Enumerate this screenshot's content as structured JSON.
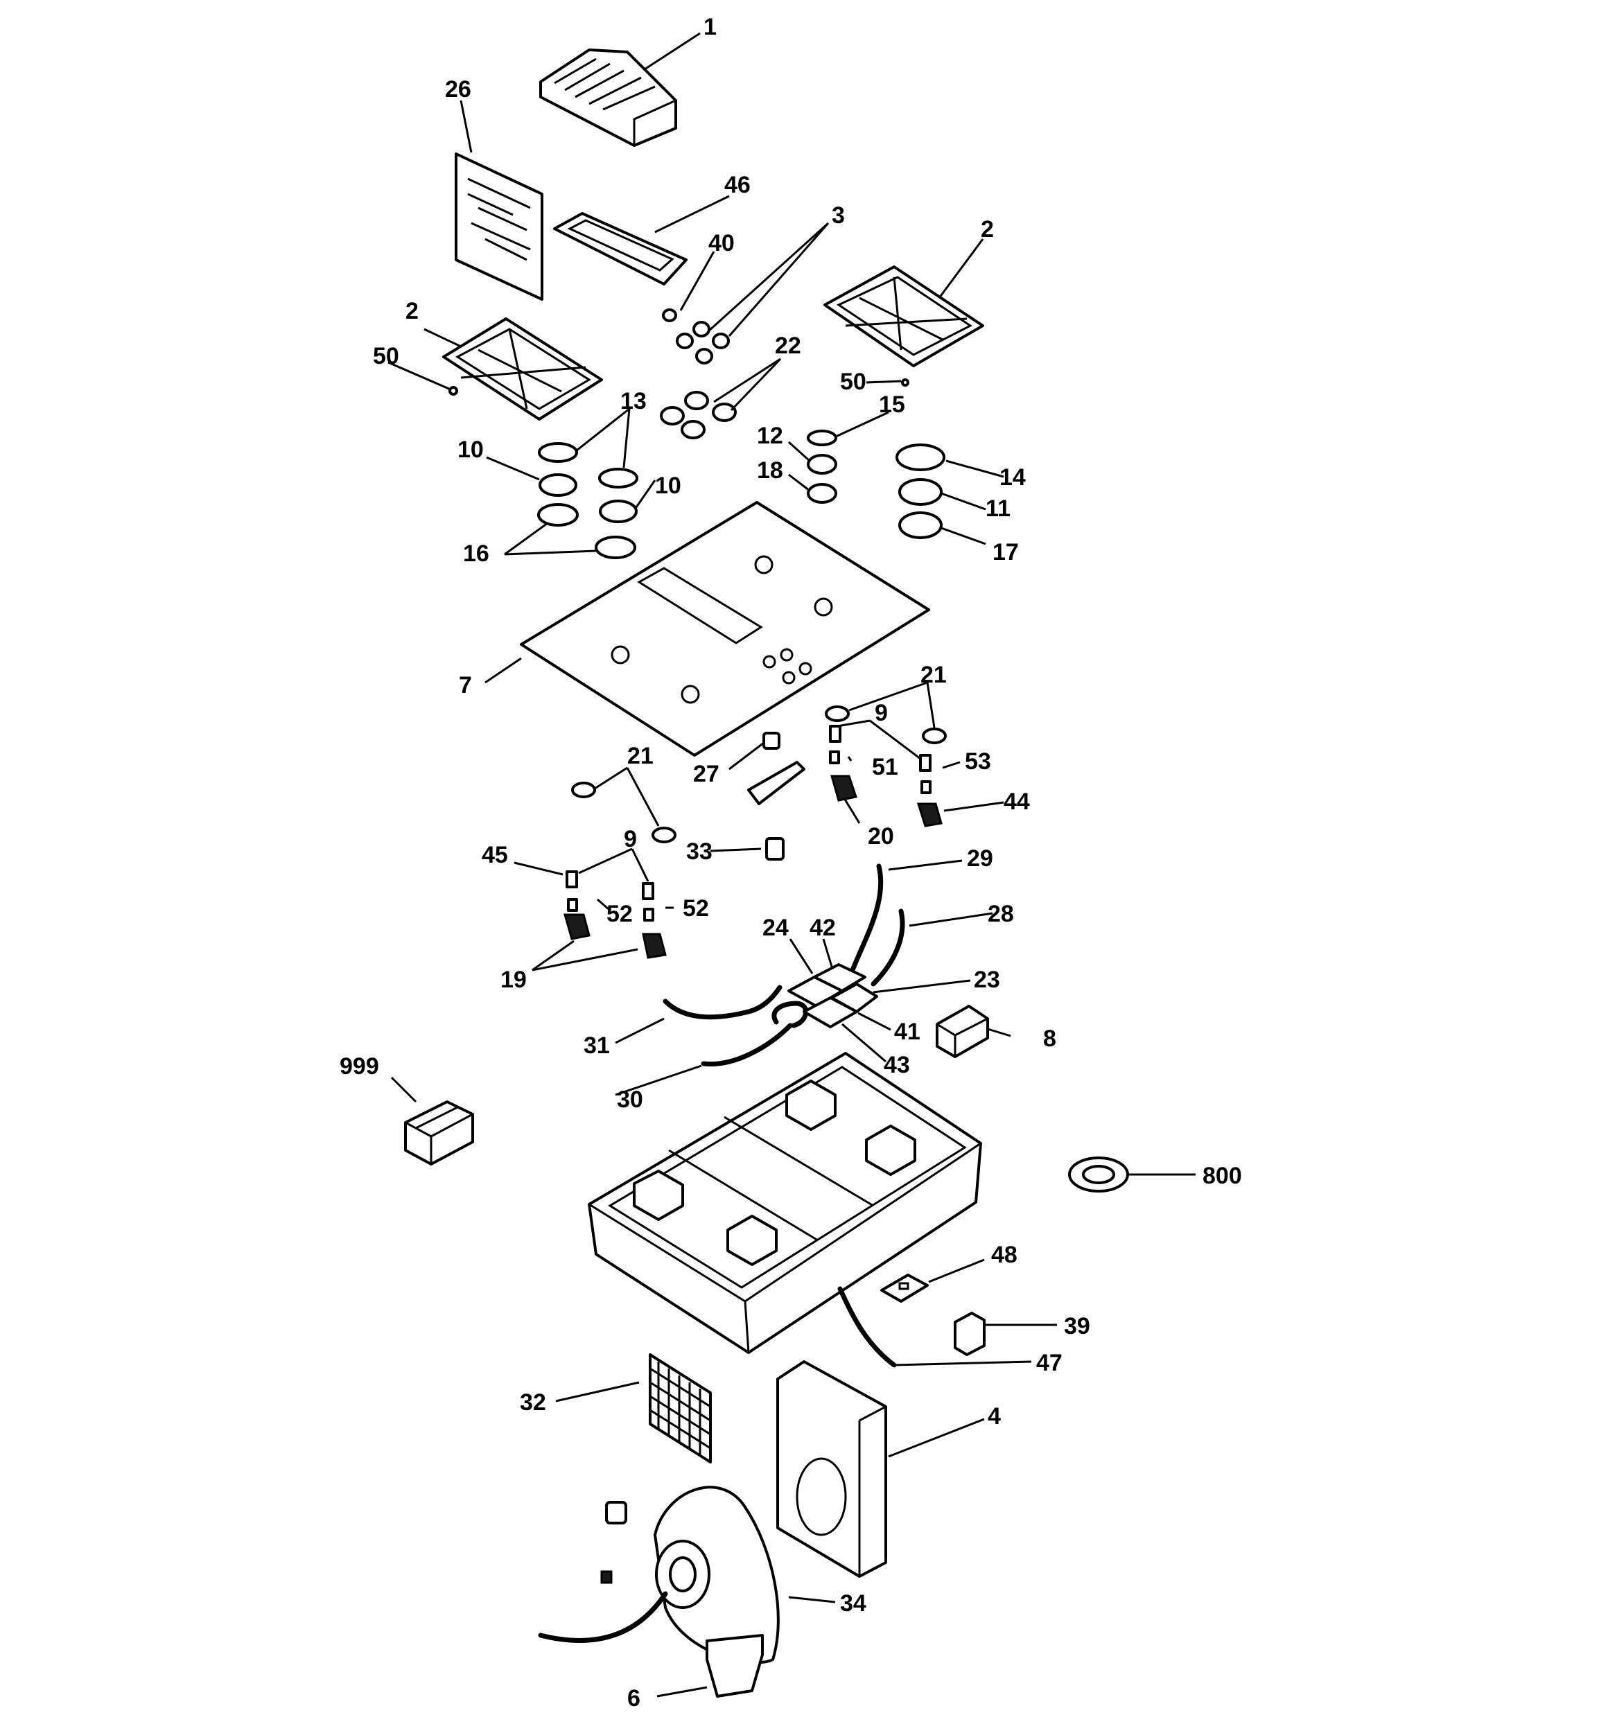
{
  "callouts": [
    {
      "id": "c-1",
      "label": "1"
    },
    {
      "id": "c-26",
      "label": "26"
    },
    {
      "id": "c-46",
      "label": "46"
    },
    {
      "id": "c-3",
      "label": "3"
    },
    {
      "id": "c-40",
      "label": "40"
    },
    {
      "id": "c-2-right",
      "label": "2"
    },
    {
      "id": "c-2-left",
      "label": "2"
    },
    {
      "id": "c-50-left",
      "label": "50"
    },
    {
      "id": "c-22",
      "label": "22"
    },
    {
      "id": "c-50-right",
      "label": "50"
    },
    {
      "id": "c-13",
      "label": "13"
    },
    {
      "id": "c-15",
      "label": "15"
    },
    {
      "id": "c-12",
      "label": "12"
    },
    {
      "id": "c-10-a",
      "label": "10"
    },
    {
      "id": "c-10-b",
      "label": "10"
    },
    {
      "id": "c-14",
      "label": "14"
    },
    {
      "id": "c-18",
      "label": "18"
    },
    {
      "id": "c-11",
      "label": "11"
    },
    {
      "id": "c-16",
      "label": "16"
    },
    {
      "id": "c-17",
      "label": "17"
    },
    {
      "id": "c-7",
      "label": "7"
    },
    {
      "id": "c-21-right",
      "label": "21"
    },
    {
      "id": "c-9-right",
      "label": "9"
    },
    {
      "id": "c-21-left",
      "label": "21"
    },
    {
      "id": "c-53",
      "label": "53"
    },
    {
      "id": "c-51",
      "label": "51"
    },
    {
      "id": "c-27",
      "label": "27"
    },
    {
      "id": "c-44",
      "label": "44"
    },
    {
      "id": "c-20",
      "label": "20"
    },
    {
      "id": "c-9-left",
      "label": "9"
    },
    {
      "id": "c-45",
      "label": "45"
    },
    {
      "id": "c-33",
      "label": "33"
    },
    {
      "id": "c-29",
      "label": "29"
    },
    {
      "id": "c-52-a",
      "label": "52"
    },
    {
      "id": "c-52-b",
      "label": "52"
    },
    {
      "id": "c-28",
      "label": "28"
    },
    {
      "id": "c-24",
      "label": "24"
    },
    {
      "id": "c-42",
      "label": "42"
    },
    {
      "id": "c-19",
      "label": "19"
    },
    {
      "id": "c-23",
      "label": "23"
    },
    {
      "id": "c-41",
      "label": "41"
    },
    {
      "id": "c-8",
      "label": "8"
    },
    {
      "id": "c-31",
      "label": "31"
    },
    {
      "id": "c-43",
      "label": "43"
    },
    {
      "id": "c-999",
      "label": "999"
    },
    {
      "id": "c-30",
      "label": "30"
    },
    {
      "id": "c-800",
      "label": "800"
    },
    {
      "id": "c-48",
      "label": "48"
    },
    {
      "id": "c-39",
      "label": "39"
    },
    {
      "id": "c-47",
      "label": "47"
    },
    {
      "id": "c-32",
      "label": "32"
    },
    {
      "id": "c-4",
      "label": "4"
    },
    {
      "id": "c-34",
      "label": "34"
    },
    {
      "id": "c-6",
      "label": "6"
    }
  ]
}
